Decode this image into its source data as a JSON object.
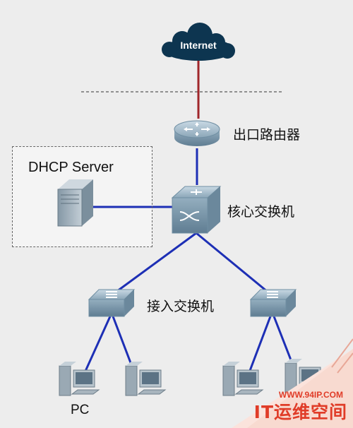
{
  "diagram": {
    "internet_label": "Internet",
    "exit_router_label": "出口路由器",
    "core_switch_label": "核心交换机",
    "dhcp_server_label": "DHCP Server",
    "access_switch_label": "接入交换机",
    "pc_label": "PC"
  },
  "watermark": {
    "url": "WWW.94IP.COM",
    "text": "IT运维空间"
  },
  "colors": {
    "link_blue": "#1d2fb5",
    "wan_red": "#a0262a",
    "cloud": "#0d3550",
    "device": "#8aa4b4",
    "watermark_red": "#e03c28"
  }
}
